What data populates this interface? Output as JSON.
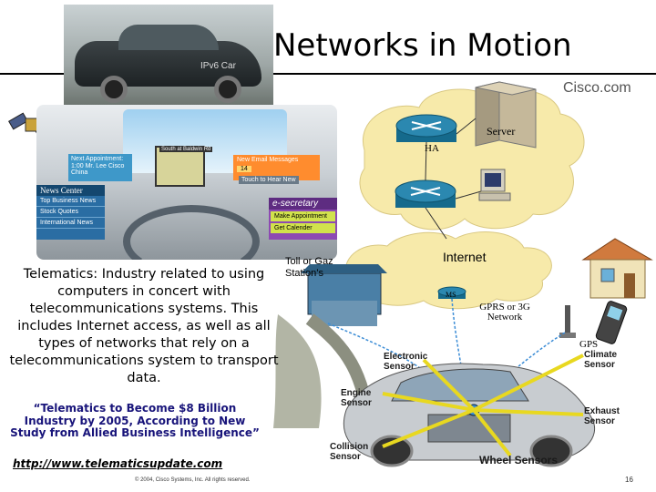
{
  "slide": {
    "title": "Networks in Motion",
    "brand": "Cisco.com",
    "car_label": "IPv6 Car",
    "telematics_text": "Telematics: Industry related to using computers in concert with telecommunications systems. This includes Internet access, as well as all types of networks that rely on a telecommunications system to transport data.",
    "quote": "“Telematics to Become $8 Billion Industry by 2005, According to New Study from Allied Business Intelligence”",
    "link": "http://www.telematicsupdate.com",
    "copyright": "© 2004, Cisco Systems, Inc. All rights reserved.",
    "page_number": "16"
  },
  "dashboard": {
    "appointment": "Next Appointment: 1:00 Mr. Lee Cisco China",
    "email_title": "New Email Messages",
    "email_count": "14",
    "touch_to_hear": "Touch to Hear New",
    "nav_street": "South at Baldwin Rd",
    "news_title": "News Center",
    "news_items": [
      "Top Business News",
      "Stock Quotes",
      "International News"
    ],
    "esecretary_title": "e-secretary",
    "esecretary_items": [
      "Make Appointment",
      "Get Calender"
    ]
  },
  "diagram": {
    "toll": "Toll or Gaz Station’s",
    "server": "Server",
    "ha": "HA",
    "internet": "Internet",
    "ms": "MS",
    "gprs": "GPRS or 3G Network",
    "gps": "GPS",
    "sensors": {
      "electronic": "Electronic Sensor",
      "climate": "Climate Sensor",
      "engine": "Engine Sensor",
      "exhaust": "Exhaust Sensor",
      "collision": "Collision Sensor",
      "wheel": "Wheel Sensors"
    }
  },
  "colors": {
    "cloud": "#f7eaaa",
    "router": "#1f7aa0",
    "quote": "#18147a"
  }
}
